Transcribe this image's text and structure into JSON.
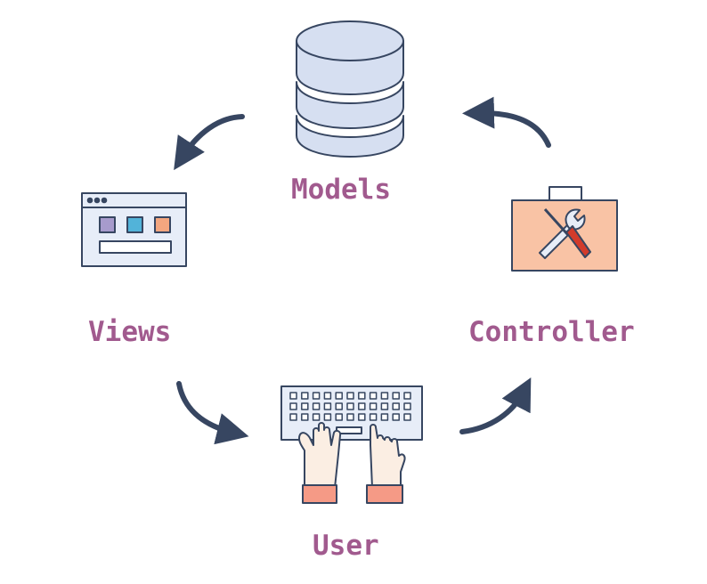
{
  "labels": {
    "models": "Models",
    "views": "Views",
    "controller": "Controller",
    "user": "User"
  },
  "icons": {
    "models": "database-icon",
    "views": "browser-window-icon",
    "controller": "toolbox-icon",
    "user": "keyboard-typing-hands-icon",
    "arrow": "curved-arrow-icon"
  },
  "colors": {
    "label": "#a15a8e",
    "stroke": "#374661",
    "arrow": "#374661",
    "database_fill": "#d6dff1",
    "window_fill": "#e7edf8",
    "window_square_purple": "#a79bcc",
    "window_square_blue": "#52b3d9",
    "window_square_orange": "#f3a67f",
    "toolbox_fill": "#f9c3a5",
    "toolbox_tool_fill": "#e7edf8",
    "keyboard_fill": "#e7edf8",
    "hand_fill": "#fbeee3",
    "sleeve_fill": "#f59a86",
    "tool_red": "#d23b2b"
  }
}
